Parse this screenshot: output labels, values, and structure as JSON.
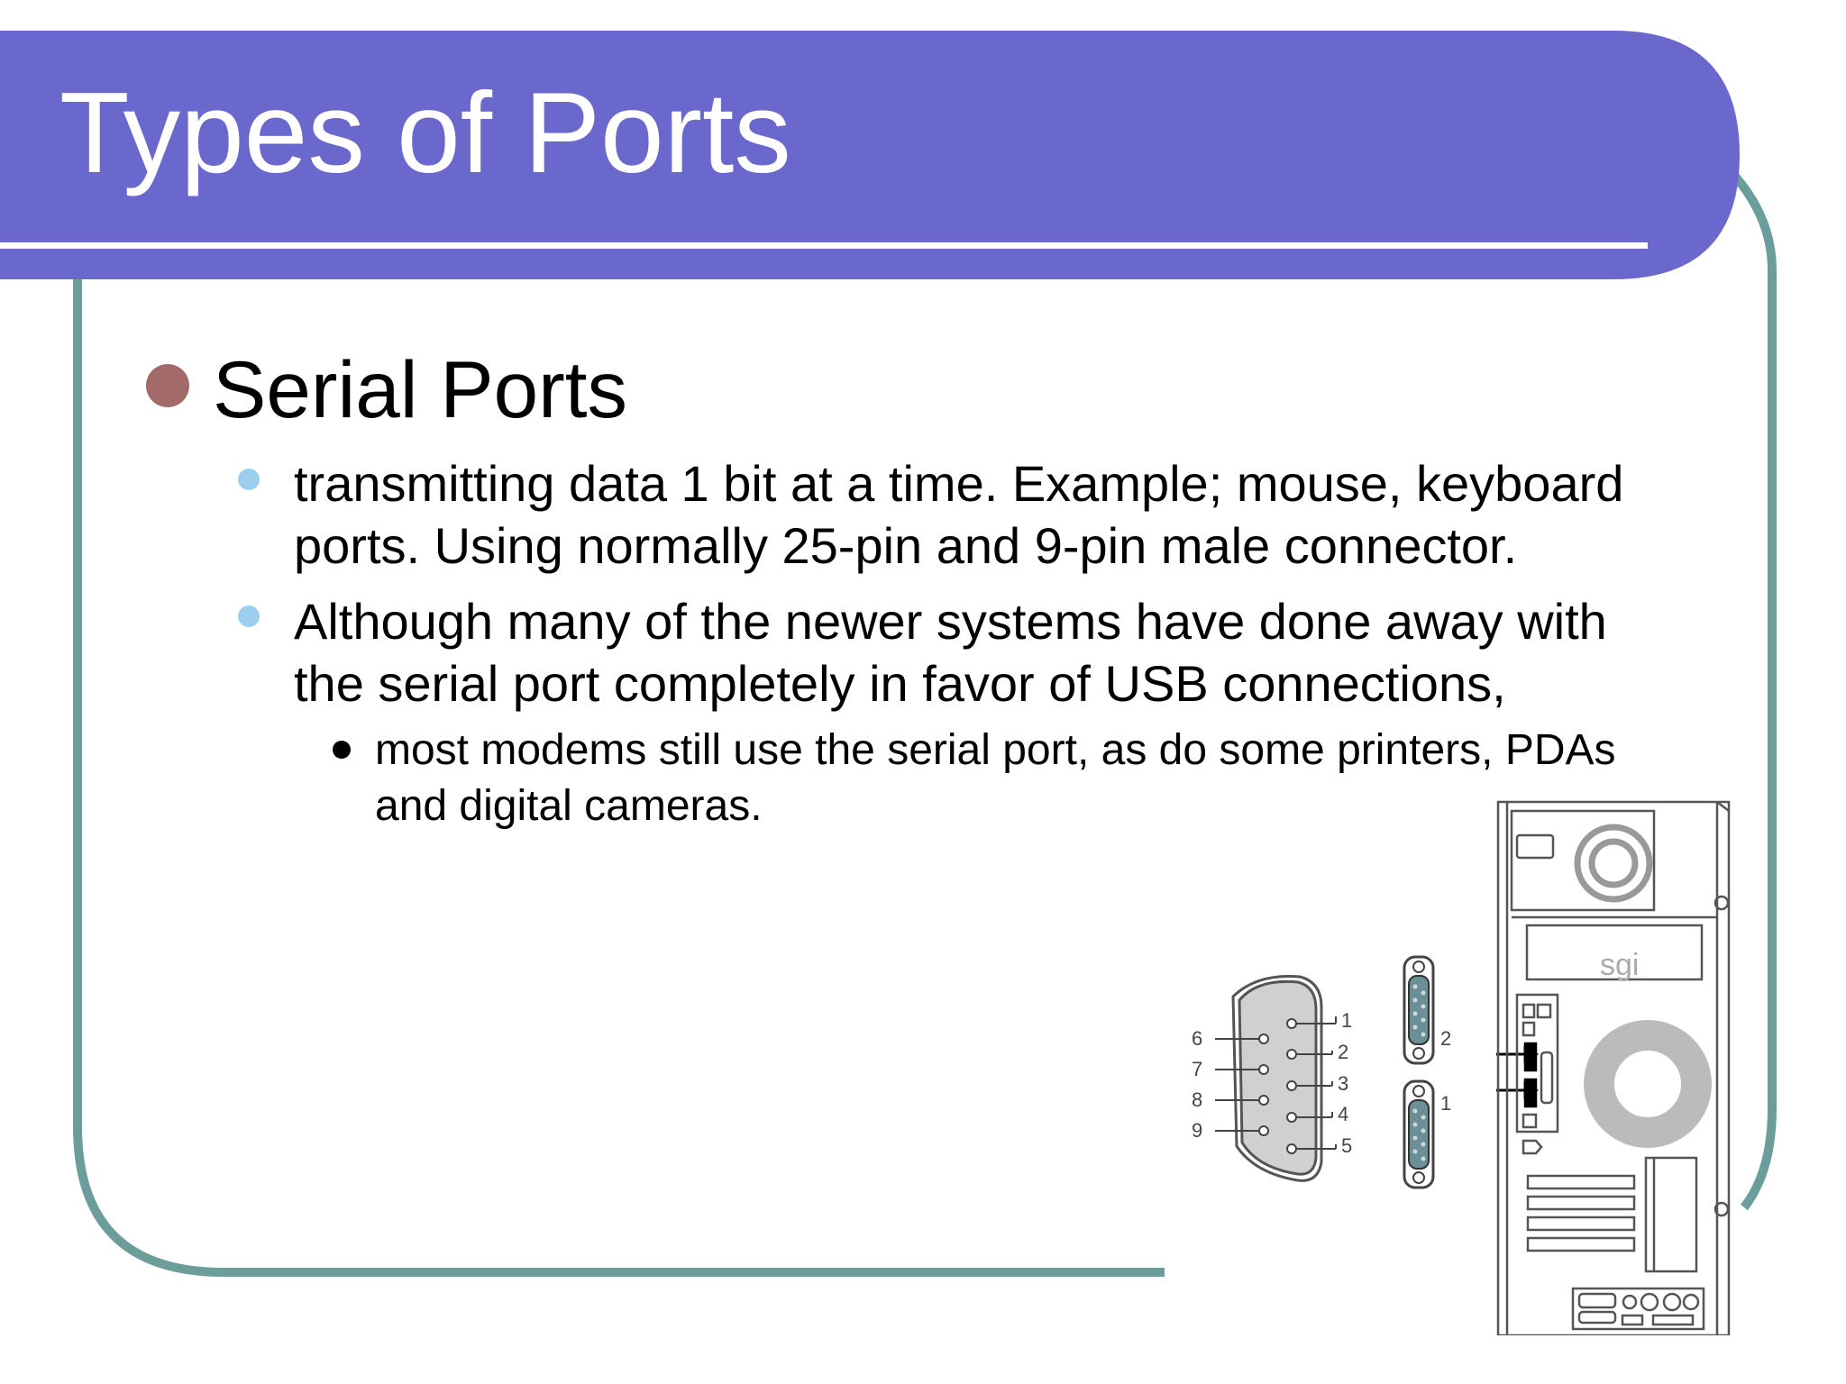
{
  "slide": {
    "title": "Types of Ports",
    "heading": "Serial Ports",
    "bullets": [
      {
        "lines": [
          "transmitting data 1 bit at a time. Example; mouse, keyboard",
          "ports. Using normally 25-pin and 9-pin male connector."
        ]
      },
      {
        "lines": [
          "Although many of the newer systems have done away with",
          "the serial port completely in favor of USB connections,"
        ]
      }
    ],
    "sub_bullet": {
      "lines": [
        "most modems still use the serial port, as do some printers, PDAs",
        "and digital cameras."
      ]
    }
  },
  "illustration": {
    "pin_labels_top": [
      "1",
      "2",
      "3",
      "4",
      "5"
    ],
    "pin_labels_bottom": [
      "6",
      "7",
      "8",
      "9"
    ],
    "port_labels": [
      "2",
      "1"
    ],
    "case_text": "sgi"
  },
  "colors": {
    "title_bar": "#6a67cd",
    "frame": "#6b9e9b",
    "heading_bullet": "#a36a6a",
    "sub_bullet": "#9ccfee"
  }
}
